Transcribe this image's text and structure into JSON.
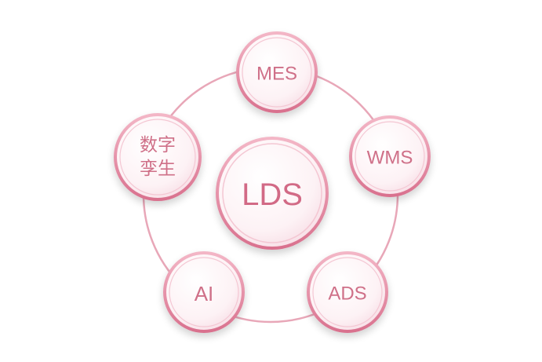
{
  "diagram": {
    "center": {
      "label": "LDS"
    },
    "nodes": [
      {
        "id": "mes",
        "label": "MES"
      },
      {
        "id": "wms",
        "label": "WMS"
      },
      {
        "id": "ads",
        "label": "ADS"
      },
      {
        "id": "ai",
        "label": "AI"
      },
      {
        "id": "digital-twin",
        "label_line1": "数字",
        "label_line2": "孪生"
      }
    ]
  },
  "colors": {
    "ring": "#e8a7b8",
    "node_fill": "#fdf1f4",
    "node_stroke": "#e58da4",
    "text": "#cf6f88"
  }
}
